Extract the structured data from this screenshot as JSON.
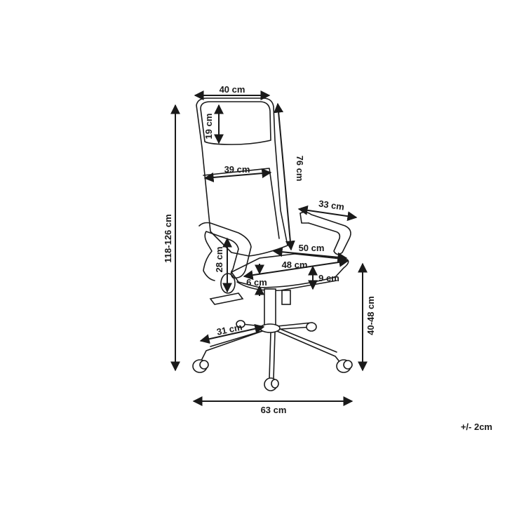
{
  "dimensions": {
    "headrest_width": "40 cm",
    "headrest_height": "19 cm",
    "back_height": "76 cm",
    "back_width": "39 cm",
    "armrest_length": "33 cm",
    "seat_depth": "50 cm",
    "seat_width": "48 cm",
    "armrest_height": "28 cm",
    "seat_thickness": "9 cm",
    "gap": "6 cm",
    "base_radius": "31 cm",
    "total_height": "118-126 cm",
    "seat_height": "40-48 cm",
    "base_width": "63 cm"
  },
  "tolerance": "+/- 2cm"
}
